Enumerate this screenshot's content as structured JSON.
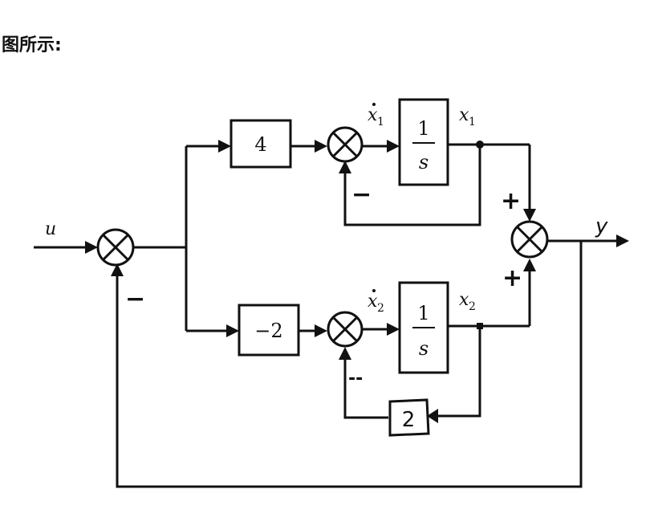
{
  "heading": "图所示:",
  "blocks": {
    "upper_gain": "4",
    "lower_gain": "−2",
    "upper_int_num": "1",
    "upper_int_den": "s",
    "lower_int_num": "1",
    "lower_int_den": "s",
    "feedback_gain": "2"
  },
  "signals": {
    "input": "u",
    "output": "y",
    "x1dot_base": "x",
    "x1dot_sub": "1",
    "x1_base": "x",
    "x1_sub": "1",
    "x2dot_base": "x",
    "x2dot_sub": "2",
    "x2_base": "x",
    "x2_sub": "2"
  },
  "signs": {
    "main_fb": "−",
    "upper_fb": "−",
    "lower_fb": "--",
    "out_upper": "+",
    "out_lower": "+"
  }
}
